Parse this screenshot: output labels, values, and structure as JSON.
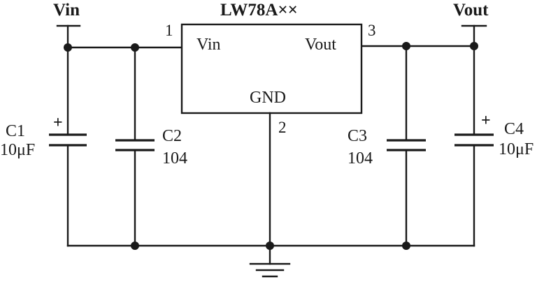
{
  "ic": {
    "part": "LW78A××",
    "pin_in_label": "Vin",
    "pin_out_label": "Vout",
    "pin_gnd_label": "GND",
    "pin1": "1",
    "pin2": "2",
    "pin3": "3"
  },
  "rails": {
    "input": "Vin",
    "output": "Vout"
  },
  "capacitors": [
    {
      "ref": "C1",
      "value": "10μF",
      "polarized": true,
      "plus": "+"
    },
    {
      "ref": "C2",
      "value": "104",
      "polarized": false
    },
    {
      "ref": "C3",
      "value": "104",
      "polarized": false
    },
    {
      "ref": "C4",
      "value": "10μF",
      "polarized": true,
      "plus": "+"
    }
  ]
}
